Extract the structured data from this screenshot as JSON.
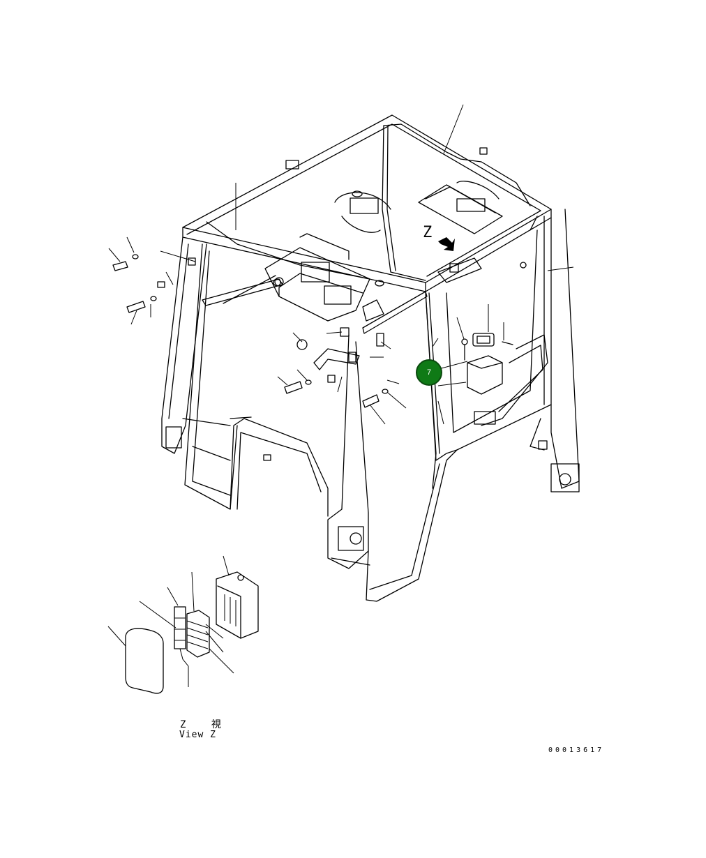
{
  "diagram": {
    "view_label_jp": "Z 視",
    "view_label_en": "View Z",
    "z_marker": "Z",
    "drawing_number": "00013617"
  },
  "callout": {
    "number": "7",
    "color": "#0f7a16"
  }
}
